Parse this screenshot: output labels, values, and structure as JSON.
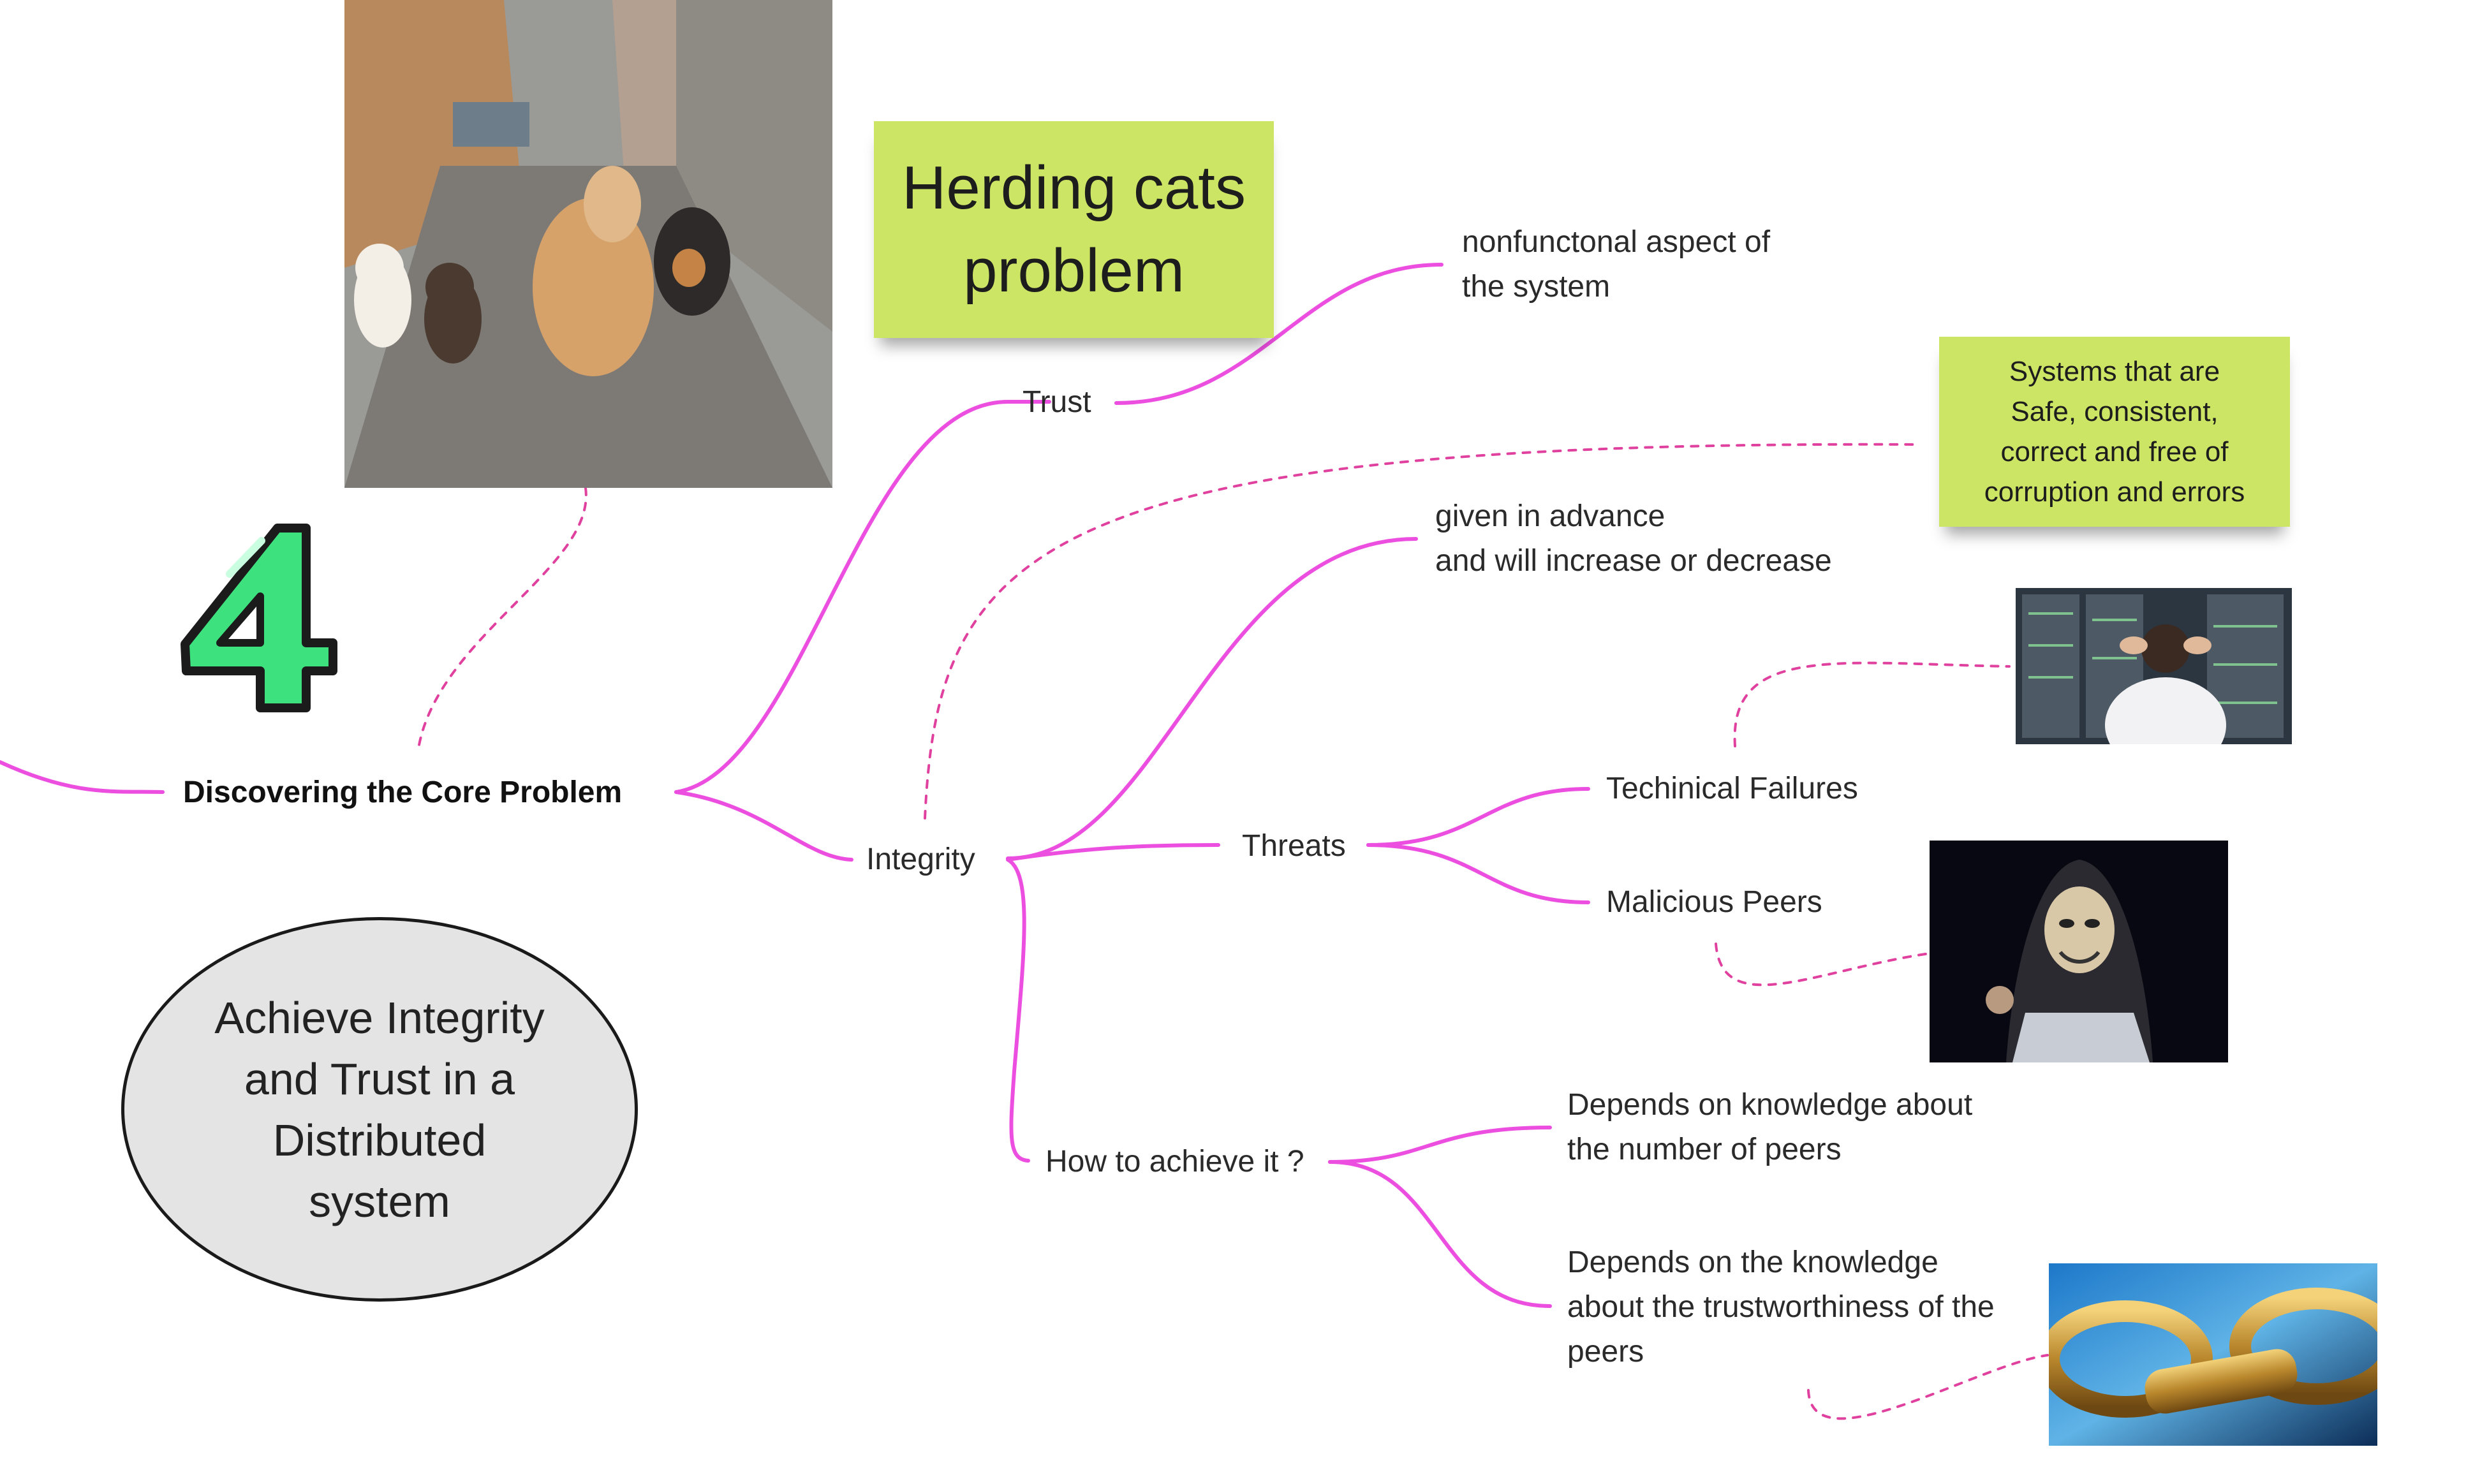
{
  "colors": {
    "branch": "#ec4fe0",
    "dotted": "#e0409e",
    "sticky": "#cde564",
    "four_fill": "#3de27f",
    "ellipse_fill": "#e4e4e4"
  },
  "central": {
    "label": "Discovering the Core Problem"
  },
  "trust": {
    "label": "Trust",
    "child": "nonfunctonal aspect of\nthe system"
  },
  "integrity": {
    "label": "Integrity",
    "advance": "given in advance\nand will increase or decrease",
    "threats": {
      "label": "Threats",
      "children": [
        "Techinical Failures",
        "Malicious Peers"
      ]
    },
    "how": {
      "label": "How to achieve it ?",
      "children": [
        "Depends on knowledge about\nthe number of peers",
        "Depends on the knowledge\nabout the trustworthiness of the\npeers"
      ]
    }
  },
  "notes": {
    "herding": "Herding cats\nproblem",
    "systems": "Systems that are\nSafe, consistent,\ncorrect and free of\ncorruption and errors"
  },
  "ellipse_text": "Achieve Integrity\nand Trust in a\nDistributed\nsystem",
  "number_badge": "4",
  "images": [
    "cats-photo",
    "server-room-photo",
    "hacker-photo",
    "trust-chain-photo"
  ]
}
